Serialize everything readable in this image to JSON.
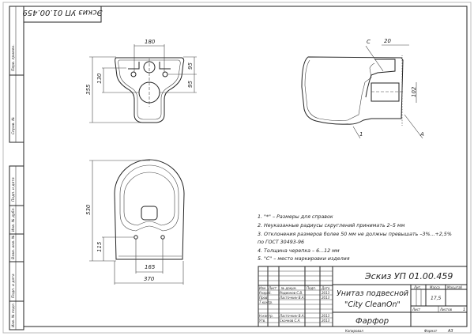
{
  "stamp_rotated": "Эскиз УП 01.00.459",
  "side_strip": {
    "top": [
      "Перв. примен.",
      "Справ. №"
    ],
    "bottom": [
      "Подп. и дата",
      "Инв. № дубл.",
      "Взам. инв. №",
      "Подп. и дата",
      "Инв. № подл."
    ]
  },
  "front_view": {
    "dims": [
      "180",
      "355",
      "130",
      "95",
      "95"
    ]
  },
  "top_view": {
    "dims": [
      "530",
      "115",
      "165",
      "370"
    ]
  },
  "section_view": {
    "dims": [
      "20",
      "102"
    ],
    "labels": [
      "C",
      "A",
      "1"
    ]
  },
  "notes": [
    "1. \"*\" – Размеры для справок",
    "2. Неуказанные радиусы скруглений принимать 2–5 мм",
    "3. Отклонения размеров более 50 мм не должны превышать –3%...+2,5%",
    "по ГОСТ 30493-96",
    "4. Толщина черепка – 6...12 мм",
    "5. \"C\" – место маркировки изделия"
  ],
  "title_block": {
    "designation": "Эскиз УП 01.00.459",
    "name_line1": "Унитаз подвесной",
    "name_line2": "\"City CleanOn\"",
    "material": "Фарфор",
    "col_headers": [
      "Изм",
      "Лист",
      "№ докум.",
      "Подп.",
      "Дата"
    ],
    "rows": [
      {
        "role": "Разраб.",
        "name": "Родионов С.В.",
        "date": "2013"
      },
      {
        "role": "Пров.",
        "name": "Ласточкин В.А.",
        "date": "2013"
      },
      {
        "role": "Т.контр.",
        "name": "",
        "date": ""
      },
      {
        "role": "Н.контр.",
        "name": "Ласточкин В.А.",
        "date": "2013"
      },
      {
        "role": "Утв.",
        "name": "Скачков С.А.",
        "date": "2013"
      }
    ],
    "lit_label": "Лит.",
    "mass_label": "Масса",
    "scale_label": "Масштаб",
    "mass": "17,5",
    "sheet_label": "Лист",
    "sheets_label": "Листов",
    "sheets": "1",
    "copied": "Копировал",
    "format_label": "Формат",
    "format": "A3"
  }
}
